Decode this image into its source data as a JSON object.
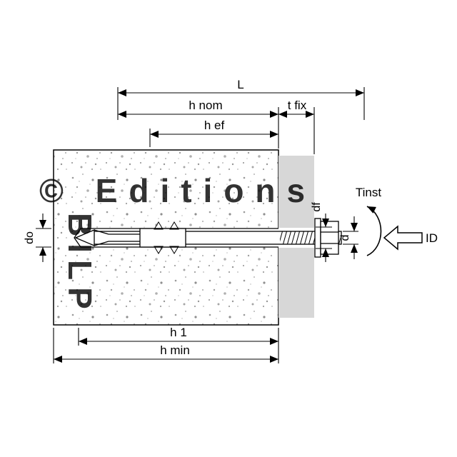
{
  "diagram": {
    "watermark": {
      "line1": "© Editions",
      "line2": "BILP"
    },
    "labels": {
      "L": "L",
      "h_nom": "h nom",
      "t_fix": "t fix",
      "h_ef": "h ef",
      "do": "do",
      "df": "df",
      "d": "d",
      "Tinst": "Tinst",
      "ID": "ID",
      "h_1": "h 1",
      "h_min": "h min"
    },
    "colors": {
      "line": "#000000",
      "fixture_fill": "#d7d7d7",
      "watermark_gray": "#c8c8c8",
      "background": "#ffffff"
    }
  }
}
